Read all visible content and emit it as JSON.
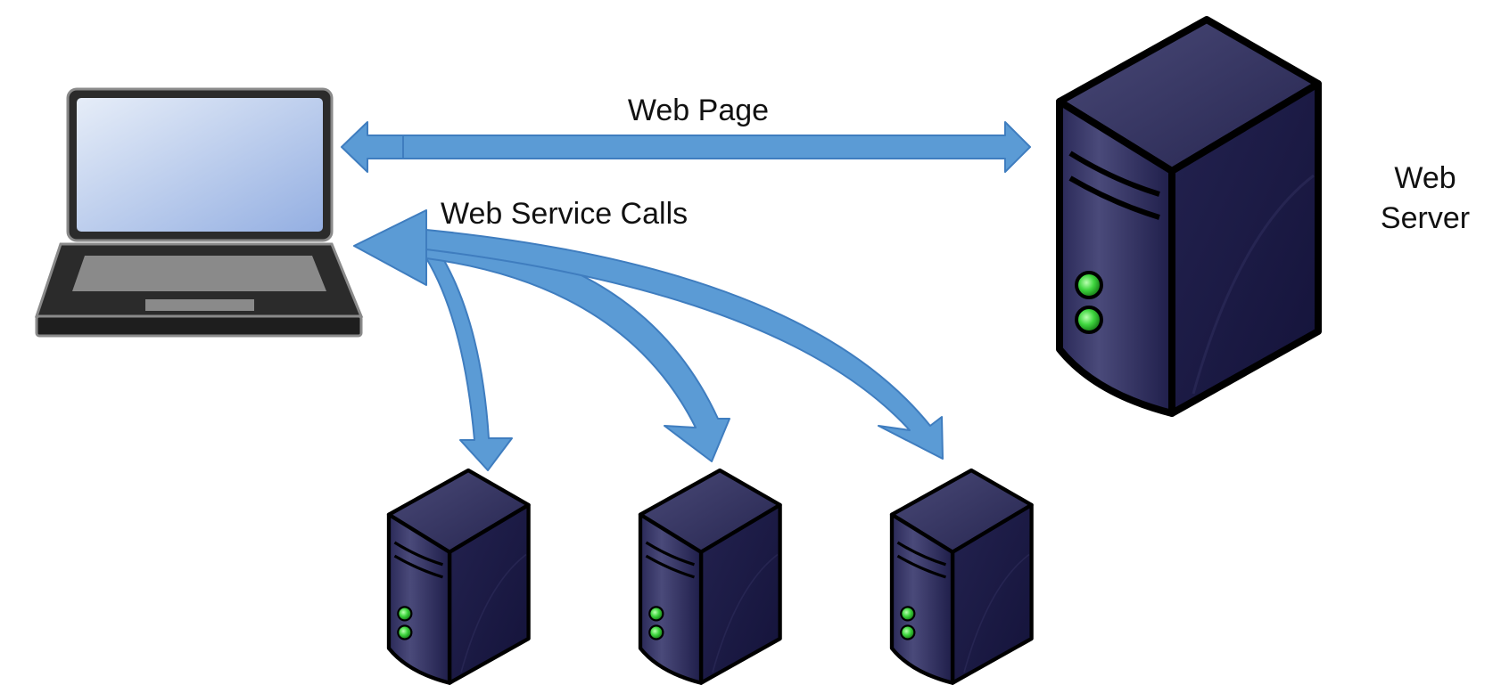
{
  "labels": {
    "web_page": "Web Page",
    "web_service_calls": "Web Service Calls",
    "web_server_line1": "Web",
    "web_server_line2": "Server"
  },
  "colors": {
    "arrow_fill": "#5b9bd5",
    "arrow_stroke": "#3f7dbf",
    "server_body": "#1b1a45",
    "server_light": "#3d3d6e",
    "led_green": "#3fd63f",
    "laptop_body": "#2b2b2b",
    "laptop_screen_top": "#e3eaf6",
    "laptop_screen_bottom": "#97b1e3"
  },
  "icons": [
    "laptop-icon",
    "web-server-icon",
    "service-server-icon"
  ]
}
